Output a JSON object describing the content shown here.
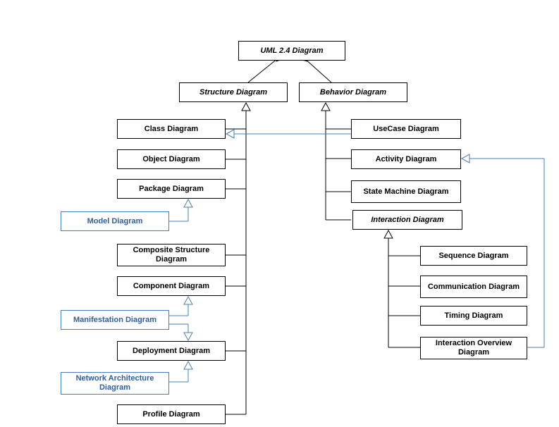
{
  "diagram": {
    "root": {
      "label": "UML 2.4 Diagram",
      "italic": true
    },
    "structure": {
      "label": "Structure Diagram",
      "italic": true
    },
    "behavior": {
      "label": "Behavior Diagram",
      "italic": true
    },
    "structure_children": [
      {
        "label": "Class Diagram"
      },
      {
        "label": "Object Diagram"
      },
      {
        "label": "Package Diagram"
      },
      {
        "label": "Composite Structure Diagram"
      },
      {
        "label": "Component Diagram"
      },
      {
        "label": "Deployment Diagram"
      },
      {
        "label": "Profile Diagram"
      }
    ],
    "structure_extensions": [
      {
        "label": "Model Diagram"
      },
      {
        "label": "Manifestation Diagram"
      },
      {
        "label": "Network Architecture Diagram"
      }
    ],
    "behavior_children": [
      {
        "label": "UseCase Diagram"
      },
      {
        "label": "Activity Diagram"
      },
      {
        "label": "State Machine Diagram"
      },
      {
        "label": "Interaction Diagram",
        "italic": true
      }
    ],
    "interaction_children": [
      {
        "label": "Sequence Diagram"
      },
      {
        "label": "Communication Diagram"
      },
      {
        "label": "Timing Diagram"
      },
      {
        "label": "Interaction Overview Diagram"
      }
    ],
    "colors": {
      "line": "#000000",
      "extension": "#4a7ebb",
      "extension_text": "#2f5e9e"
    }
  }
}
